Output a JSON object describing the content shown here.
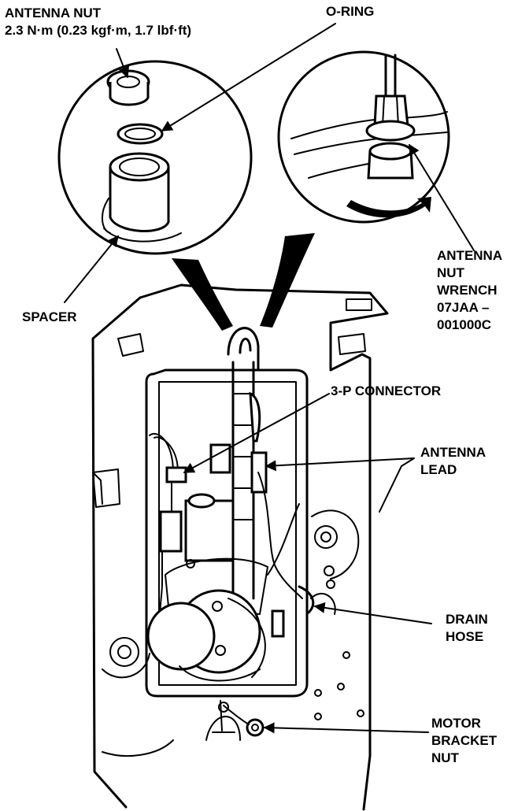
{
  "labels": {
    "antenna_nut_title": "ANTENNA NUT",
    "antenna_nut_torque": "2.3 N·m (0.23 kgf·m, 1.7 lbf·ft)",
    "o_ring": "O-RING",
    "spacer": "SPACER",
    "antenna_nut_wrench": [
      "ANTENNA",
      "NUT",
      "WRENCH",
      "07JAA –",
      "001000C"
    ],
    "connector_3p": "3-P CONNECTOR",
    "antenna_lead": [
      "ANTENNA",
      "LEAD"
    ],
    "drain_hose": [
      "DRAIN",
      "HOSE"
    ],
    "motor_bracket_nut": [
      "MOTOR",
      "BRACKET",
      "NUT"
    ]
  }
}
